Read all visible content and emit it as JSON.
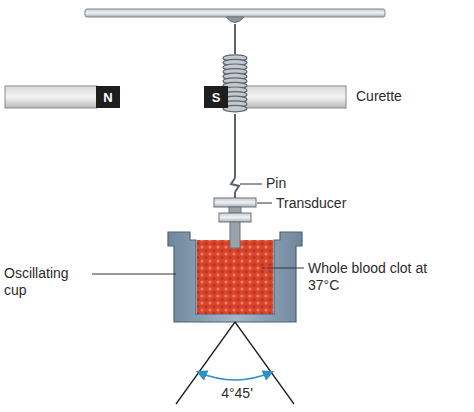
{
  "diagram": {
    "nodes": [
      {
        "text": [
          "N"
        ]
      },
      {
        "text": [
          "S"
        ]
      }
    ],
    "labels": [
      "Curette",
      "Pin",
      "Transducer",
      "Oscillating cup",
      "Whole blood clot at 37°C",
      "4°45'"
    ]
  }
}
